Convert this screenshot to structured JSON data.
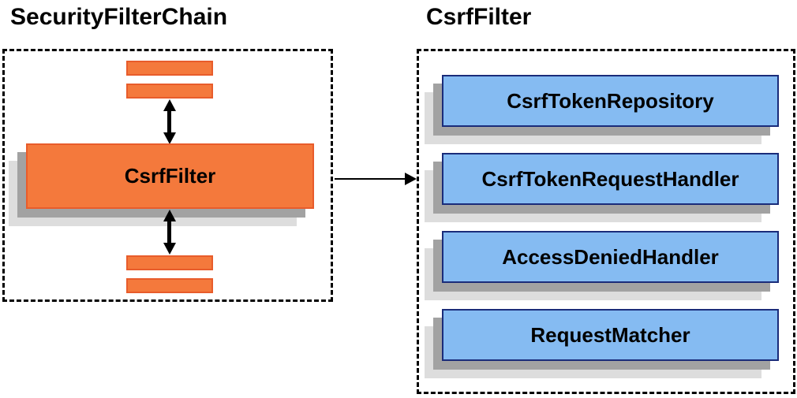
{
  "colors": {
    "orange_fill": "#F4793C",
    "orange_border": "#E85C2B",
    "blue_fill": "#85BBF2",
    "blue_border": "#1A2C7A",
    "shadow_dark": "#A2A2A2",
    "shadow_light": "#DDDDDD",
    "arrow": "#000000",
    "text": "#000000"
  },
  "left_panel": {
    "title": "SecurityFilterChain",
    "csrf_filter_label": "CsrfFilter"
  },
  "right_panel": {
    "title": "CsrfFilter",
    "components": [
      "CsrfTokenRepository",
      "CsrfTokenRequestHandler",
      "AccessDeniedHandler",
      "RequestMatcher"
    ]
  }
}
